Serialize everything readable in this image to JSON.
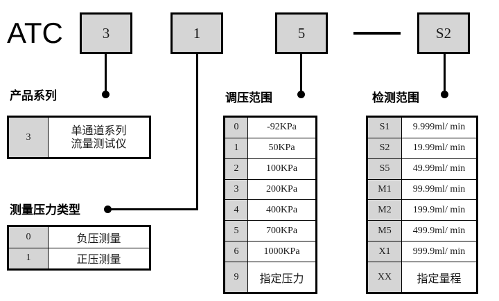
{
  "diagram": {
    "brand": "ATC",
    "model_code_boxes": [
      {
        "value": "3"
      },
      {
        "value": "1"
      },
      {
        "value": "5"
      },
      {
        "value": "S2"
      }
    ],
    "separator": "—"
  },
  "sections": {
    "product_series": {
      "title": "产品系列",
      "rows": [
        {
          "code": "3",
          "value_line1": "单通道系列",
          "value_line2": "流量测试仪"
        }
      ]
    },
    "pressure_type": {
      "title": "测量压力类型",
      "rows": [
        {
          "code": "0",
          "value": "负压测量"
        },
        {
          "code": "1",
          "value": "正压测量"
        }
      ]
    },
    "pressure_range": {
      "title": "调压范围",
      "rows": [
        {
          "code": "0",
          "value": "-92KPa"
        },
        {
          "code": "1",
          "value": "50KPa"
        },
        {
          "code": "2",
          "value": "100KPa"
        },
        {
          "code": "3",
          "value": "200KPa"
        },
        {
          "code": "4",
          "value": "400KPa"
        },
        {
          "code": "5",
          "value": "700KPa"
        },
        {
          "code": "6",
          "value": "1000KPa"
        },
        {
          "code": "9",
          "value": "指定压力"
        }
      ]
    },
    "detection_range": {
      "title": "检测范围",
      "rows": [
        {
          "code": "S1",
          "value": "9.999ml/ min"
        },
        {
          "code": "S2",
          "value": "19.99ml/ min"
        },
        {
          "code": "S5",
          "value": "49.99ml/ min"
        },
        {
          "code": "M1",
          "value": "99.99ml/ min"
        },
        {
          "code": "M2",
          "value": "199.9ml/ min"
        },
        {
          "code": "M5",
          "value": "499.9ml/ min"
        },
        {
          "code": "X1",
          "value": "999.9ml/ min"
        },
        {
          "code": "XX",
          "value": "指定量程"
        }
      ]
    }
  },
  "colors": {
    "box_fill": "#d5d5d5",
    "line": "#000000",
    "page_bg": "#ffffff"
  }
}
